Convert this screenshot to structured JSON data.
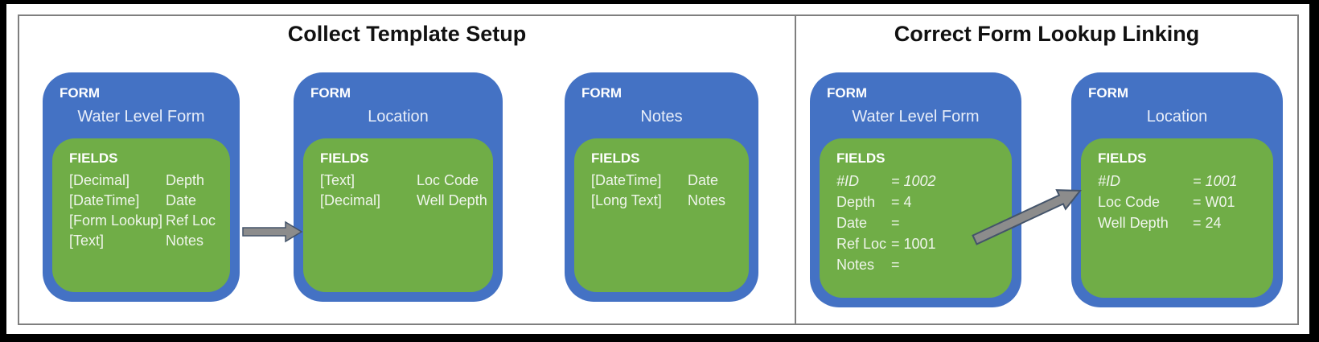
{
  "panels": [
    {
      "title": "Collect Template Setup",
      "cards": [
        {
          "form_label": "FORM",
          "form_name": "Water Level Form",
          "fields_label": "FIELDS",
          "fields": [
            {
              "type": "[Decimal]",
              "name": "Depth"
            },
            {
              "type": "[DateTime]",
              "name": "Date"
            },
            {
              "type": "[Form Lookup]",
              "name": "Ref Loc"
            },
            {
              "type": "[Text]",
              "name": "Notes"
            }
          ]
        },
        {
          "form_label": "FORM",
          "form_name": "Location",
          "fields_label": "FIELDS",
          "fields": [
            {
              "type": "[Text]",
              "name": "Loc Code"
            },
            {
              "type": "[Decimal]",
              "name": "Well Depth"
            }
          ]
        },
        {
          "form_label": "FORM",
          "form_name": "Notes",
          "fields_label": "FIELDS",
          "fields": [
            {
              "type": "[DateTime]",
              "name": "Date"
            },
            {
              "type": "[Long Text]",
              "name": "Notes"
            }
          ]
        }
      ]
    },
    {
      "title": "Correct Form Lookup Linking",
      "cards": [
        {
          "form_label": "FORM",
          "form_name": "Water Level Form",
          "fields_label": "FIELDS",
          "fields": [
            {
              "name": "#ID",
              "value": "= 1002",
              "italic": true
            },
            {
              "name": "Depth",
              "value": "= 4"
            },
            {
              "name": "Date",
              "value": "="
            },
            {
              "name": "Ref Loc",
              "value": "= 1001"
            },
            {
              "name": "Notes",
              "value": "="
            }
          ]
        },
        {
          "form_label": "FORM",
          "form_name": "Location",
          "fields_label": "FIELDS",
          "fields": [
            {
              "name": "#ID",
              "value": "= 1001",
              "italic": true
            },
            {
              "name": "Loc Code",
              "value": "= W01"
            },
            {
              "name": "Well Depth",
              "value": "= 24"
            }
          ]
        }
      ]
    }
  ],
  "icons": {
    "flow_arrow": "right-arrow",
    "lookup_link_arrow": "up-right-arrow"
  },
  "colors": {
    "form_header_blue": "#4472C4",
    "fields_green": "#70AD47",
    "arrow_fill": "#8C8C8C",
    "arrow_outline": "#44546A",
    "panel_border": "#7F7F7F",
    "frame": "#000000",
    "title_text": "#111111"
  }
}
